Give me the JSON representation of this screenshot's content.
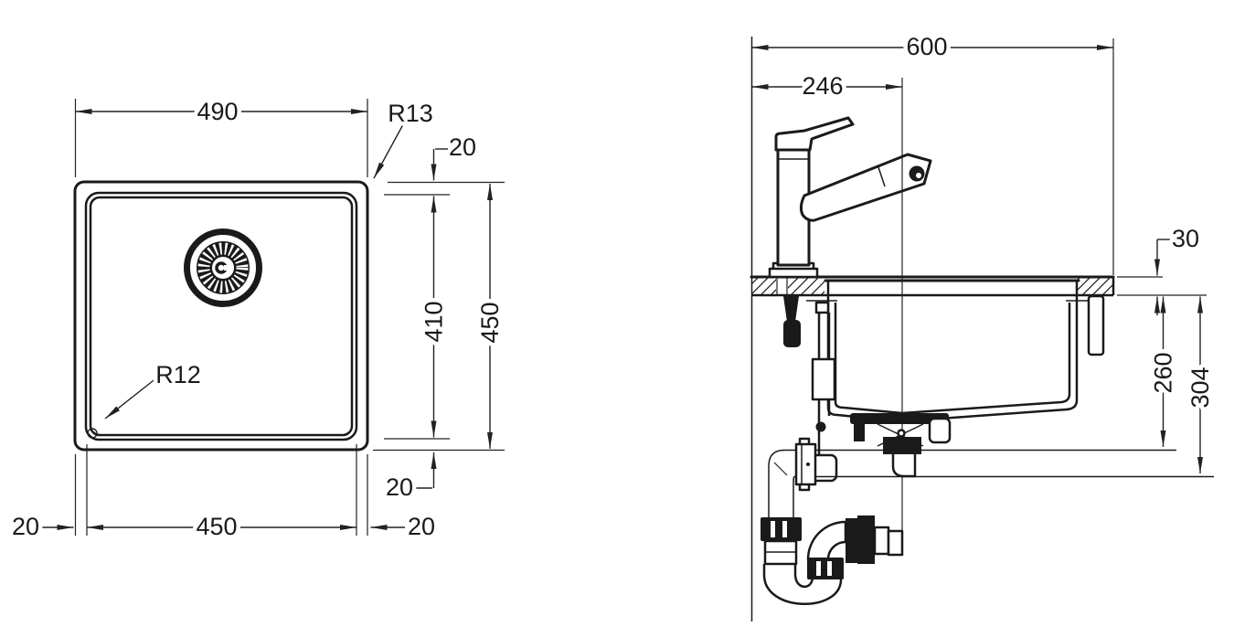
{
  "diagram": {
    "top_view": {
      "width_overall": "490",
      "corner_radius_outer": "R13",
      "rim_top": "20",
      "bowl_length": "410",
      "height_overall": "450",
      "corner_radius_inner": "R12",
      "margin_left": "20",
      "bowl_width": "450",
      "margin_right": "20",
      "rim_bottom": "20"
    },
    "side_view": {
      "cabinet_width": "600",
      "drain_offset": "246",
      "counter_thickness": "30",
      "depth_to_outlet": "260",
      "depth_overall": "304"
    },
    "colors": {
      "line": "#1a1a1a",
      "dimension": "#222222",
      "background": "#ffffff"
    }
  }
}
